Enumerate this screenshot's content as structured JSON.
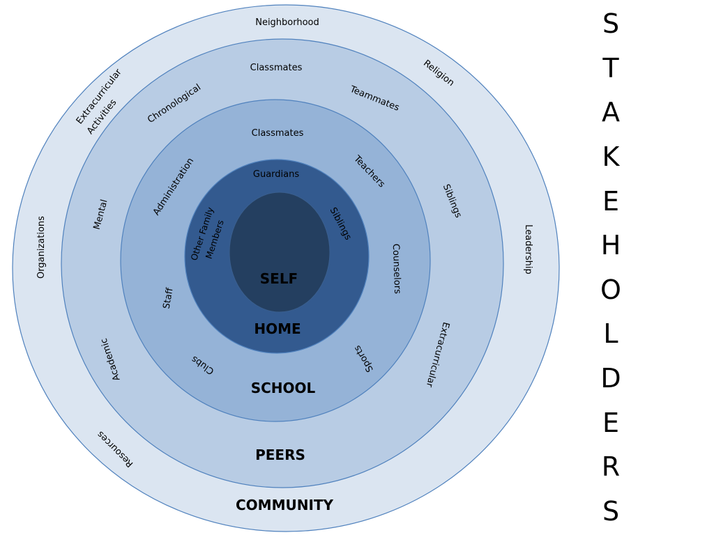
{
  "colors": {
    "community": "#dbe5f1",
    "peers": "#b8cce4",
    "school": "#95b3d7",
    "home": "#335a8f",
    "self": "#243f60",
    "ring_stroke": "#4f81bd"
  },
  "rings": {
    "community": "COMMUNITY",
    "peers": "PEERS",
    "school": "SCHOOL",
    "home": "HOME",
    "self": "SELF"
  },
  "labels": {
    "community": {
      "neighborhood": "Neighborhood",
      "religion": "Religion",
      "leadership": "Leadership",
      "resources": "Resources",
      "organizations": "Organizations",
      "extracurricular_activities_line1": "Extracurricular",
      "extracurricular_activities_line2": "Activities"
    },
    "peers": {
      "classmates": "Classmates",
      "teammates": "Teammates",
      "siblings": "Siblings",
      "extracurricular": "Extracurricular",
      "academic": "Academic",
      "mental": "Mental",
      "chronological": "Chronological"
    },
    "school": {
      "classmates": "Classmates",
      "teachers": "Teachers",
      "counselors": "Counselors",
      "sports": "Sports",
      "clubs": "Clubs",
      "staff": "Staff",
      "administration": "Administration"
    },
    "home": {
      "guardians": "Guardians",
      "siblings": "Siblings",
      "other_family_line1": "Other Family",
      "other_family_line2": "Members"
    }
  },
  "stakeholders": [
    "S",
    "T",
    "A",
    "K",
    "E",
    "H",
    "O",
    "L",
    "D",
    "E",
    "R",
    "S"
  ]
}
